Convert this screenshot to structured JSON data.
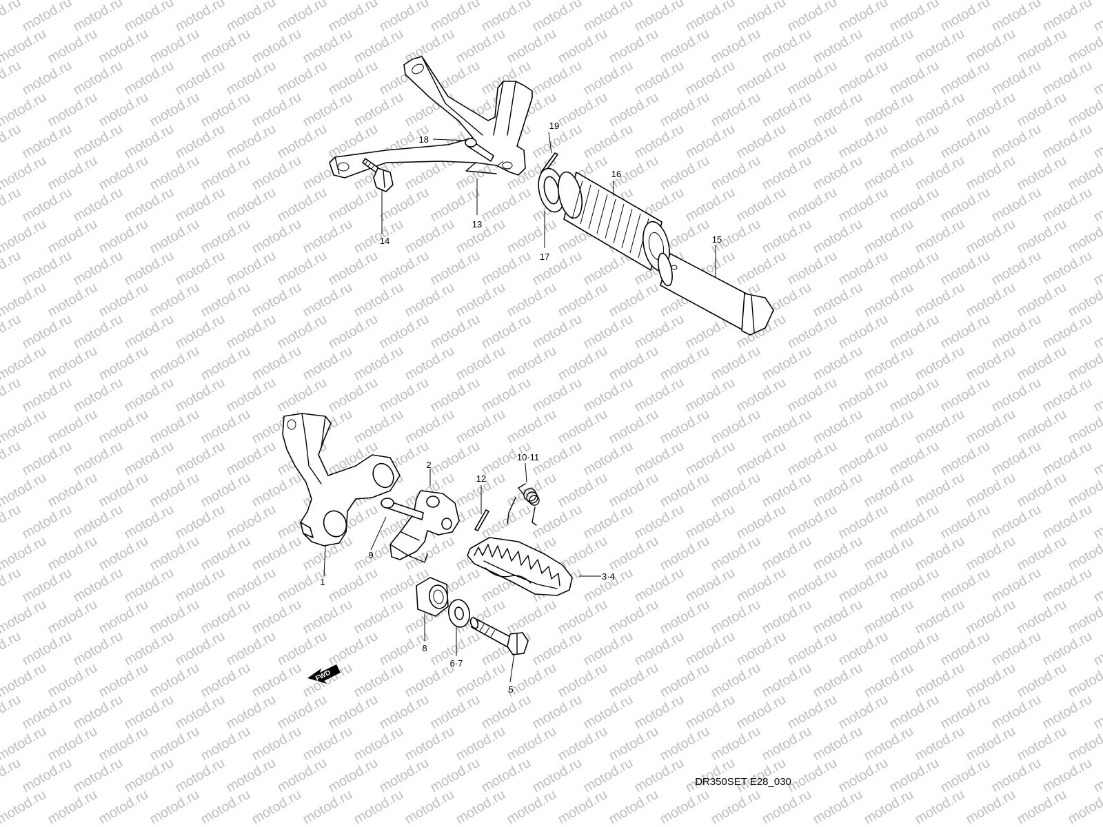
{
  "watermark_text": "motod.ru",
  "diagram_ref": "DR350SET E28_030",
  "fwd_label": "FWD",
  "part_labels": [
    {
      "id": "1",
      "text": "1"
    },
    {
      "id": "2",
      "text": "2"
    },
    {
      "id": "3-4",
      "text": "3·4"
    },
    {
      "id": "5",
      "text": "5"
    },
    {
      "id": "6-7",
      "text": "6·7"
    },
    {
      "id": "8",
      "text": "8"
    },
    {
      "id": "9",
      "text": "9"
    },
    {
      "id": "10-11",
      "text": "10·11"
    },
    {
      "id": "12",
      "text": "12"
    },
    {
      "id": "13",
      "text": "13"
    },
    {
      "id": "14",
      "text": "14"
    },
    {
      "id": "15",
      "text": "15"
    },
    {
      "id": "16",
      "text": "16"
    },
    {
      "id": "17",
      "text": "17"
    },
    {
      "id": "18",
      "text": "18"
    },
    {
      "id": "19",
      "text": "19"
    }
  ]
}
